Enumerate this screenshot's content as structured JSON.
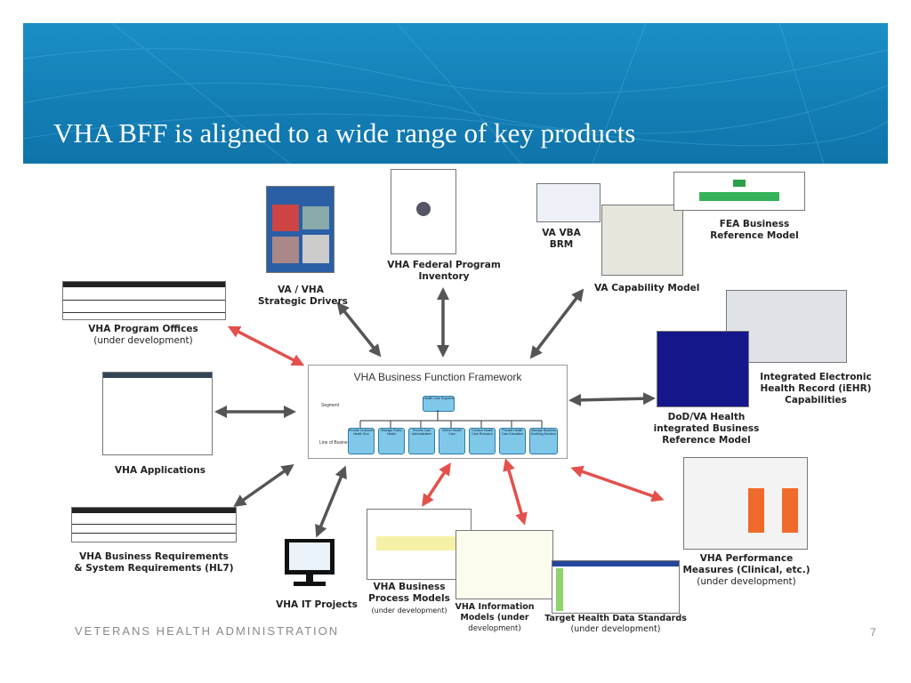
{
  "slide": {
    "title": "VHA BFF is aligned to a wide range of key products",
    "footer": "VETERANS HEALTH ADMINISTRATION",
    "page_number": "7"
  },
  "colors": {
    "banner": "#137fb6",
    "red_arrow": "#e4504b",
    "gray_arrow": "#555555",
    "center_box": "#7fc8ea"
  },
  "center": {
    "title": "VHA Business Function Framework",
    "top_box": "Health Care Segment",
    "row_label_segment": "Segment",
    "row_label_lob": "Line of Business",
    "boxes": [
      "Provide Customer Health Srvc",
      "Manage Public Health",
      "Provide Care Administration",
      "Deliver Health Care",
      "Conduct Health Care Research",
      "Provide Health Care Education",
      "Manage Business Enabling Services"
    ]
  },
  "nodes": {
    "strategic": {
      "line1": "VA / VHA",
      "line2": "Strategic Drivers"
    },
    "federal": {
      "line1": "VHA Federal Program",
      "line2": "Inventory"
    },
    "vba": {
      "line1": "VA VBA",
      "line2": "BRM"
    },
    "fea": {
      "line1": "FEA Business",
      "line2": "Reference Model"
    },
    "capability": {
      "line1": "VA Capability  Model"
    },
    "offices": {
      "line1": "VHA Program  Offices",
      "line2": "(under development)"
    },
    "iehr": {
      "line1": "Integrated  Electronic",
      "line2": "Health Record (iEHR)",
      "line3": "Capabilities"
    },
    "dod": {
      "line1": "DoD/VA Health",
      "line2": "integrated Business",
      "line3": "Reference Model"
    },
    "applications": {
      "line1": "VHA Applications"
    },
    "requirements": {
      "line1": "VHA Business Requirements",
      "line2": "& System Requirements (HL7)"
    },
    "it": {
      "line1": "VHA IT Projects"
    },
    "process": {
      "line1": "VHA Business",
      "line2": "Process Models",
      "line3": "(under development)"
    },
    "information": {
      "line1": "VHA Information",
      "line2": "Models (under",
      "line3": "development)"
    },
    "standards": {
      "line1": "Target Health Data Standards",
      "line2": "(under  development)"
    },
    "performance": {
      "line1": "VHA Performance",
      "line2": "Measures (Clinical, etc.)",
      "line3": "(under development)"
    }
  }
}
